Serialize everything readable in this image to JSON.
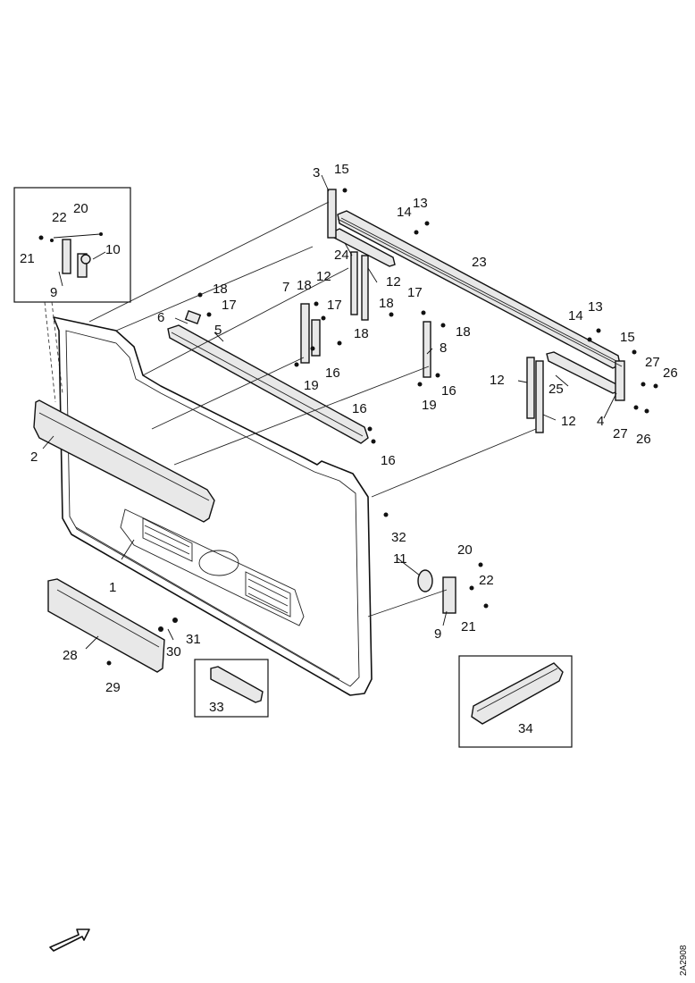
{
  "diagram_code": "2A2908",
  "callouts": [
    {
      "id": "c1",
      "text": "1"
    },
    {
      "id": "c2",
      "text": "2"
    },
    {
      "id": "c3",
      "text": "3"
    },
    {
      "id": "c4",
      "text": "4"
    },
    {
      "id": "c5",
      "text": "5"
    },
    {
      "id": "c6",
      "text": "6"
    },
    {
      "id": "c7",
      "text": "7"
    },
    {
      "id": "c8",
      "text": "8"
    },
    {
      "id": "c9a",
      "text": "9"
    },
    {
      "id": "c9b",
      "text": "9"
    },
    {
      "id": "c10",
      "text": "10"
    },
    {
      "id": "c11",
      "text": "11"
    },
    {
      "id": "c12a",
      "text": "12"
    },
    {
      "id": "c12b",
      "text": "12"
    },
    {
      "id": "c12c",
      "text": "12"
    },
    {
      "id": "c12d",
      "text": "12"
    },
    {
      "id": "c13a",
      "text": "13"
    },
    {
      "id": "c13b",
      "text": "13"
    },
    {
      "id": "c14a",
      "text": "14"
    },
    {
      "id": "c14b",
      "text": "14"
    },
    {
      "id": "c15a",
      "text": "15"
    },
    {
      "id": "c15b",
      "text": "15"
    },
    {
      "id": "c16a",
      "text": "16"
    },
    {
      "id": "c16b",
      "text": "16"
    },
    {
      "id": "c16c",
      "text": "16"
    },
    {
      "id": "c16d",
      "text": "16"
    },
    {
      "id": "c17a",
      "text": "17"
    },
    {
      "id": "c17b",
      "text": "17"
    },
    {
      "id": "c17c",
      "text": "17"
    },
    {
      "id": "c18a",
      "text": "18"
    },
    {
      "id": "c18b",
      "text": "18"
    },
    {
      "id": "c18c",
      "text": "18"
    },
    {
      "id": "c18d",
      "text": "18"
    },
    {
      "id": "c18e",
      "text": "18"
    },
    {
      "id": "c19a",
      "text": "19"
    },
    {
      "id": "c19b",
      "text": "19"
    },
    {
      "id": "c20a",
      "text": "20"
    },
    {
      "id": "c20b",
      "text": "20"
    },
    {
      "id": "c21a",
      "text": "21"
    },
    {
      "id": "c21b",
      "text": "21"
    },
    {
      "id": "c22a",
      "text": "22"
    },
    {
      "id": "c22b",
      "text": "22"
    },
    {
      "id": "c23",
      "text": "23"
    },
    {
      "id": "c24",
      "text": "24"
    },
    {
      "id": "c25",
      "text": "25"
    },
    {
      "id": "c26a",
      "text": "26"
    },
    {
      "id": "c26b",
      "text": "26"
    },
    {
      "id": "c27a",
      "text": "27"
    },
    {
      "id": "c27b",
      "text": "27"
    },
    {
      "id": "c28",
      "text": "28"
    },
    {
      "id": "c29",
      "text": "29"
    },
    {
      "id": "c30",
      "text": "30"
    },
    {
      "id": "c31",
      "text": "31"
    },
    {
      "id": "c32",
      "text": "32"
    },
    {
      "id": "c33",
      "text": "33"
    },
    {
      "id": "c34",
      "text": "34"
    }
  ]
}
